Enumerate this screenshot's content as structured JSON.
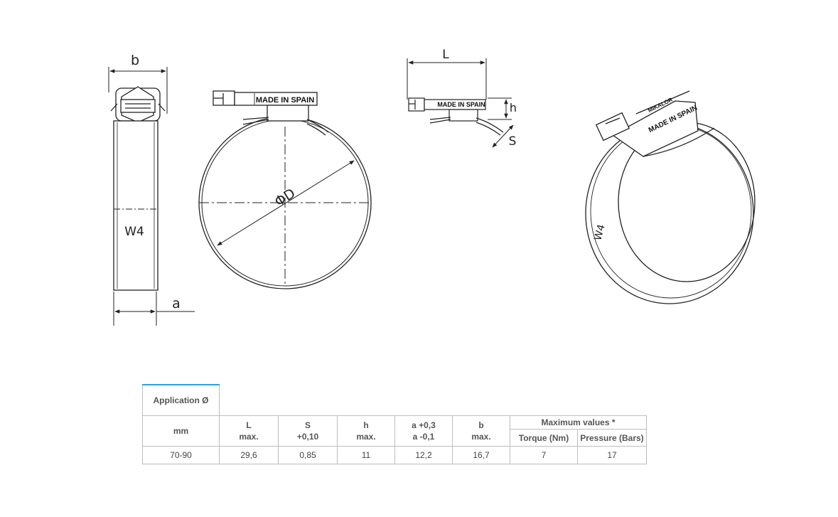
{
  "drawing": {
    "labels": {
      "b": "b",
      "a": "a",
      "band": "W4",
      "diameter": "ΦD",
      "L": "L",
      "h": "h",
      "S": "S"
    },
    "stamp": "MADE IN SPAIN",
    "perspective_band": "W4",
    "perspective_brand": "MIKALOR"
  },
  "table": {
    "application": "Application Ø",
    "unit": "mm",
    "columns": [
      {
        "line1": "L",
        "line2": "max."
      },
      {
        "line1": "S",
        "line2": "+0,10"
      },
      {
        "line1": "h",
        "line2": "max."
      },
      {
        "line1": "a +0,3",
        "line2": "a -0,1"
      },
      {
        "line1": "b",
        "line2": "max."
      }
    ],
    "max_values": "Maximum values *",
    "torque": "Torque (Nm)",
    "pressure": "Pressure (Bars)",
    "rows": [
      {
        "range": "70-90",
        "L": "29,6",
        "S": "0,85",
        "h": "11",
        "a": "12,2",
        "b": "16,7",
        "torque": "7",
        "pressure": "17"
      }
    ]
  }
}
